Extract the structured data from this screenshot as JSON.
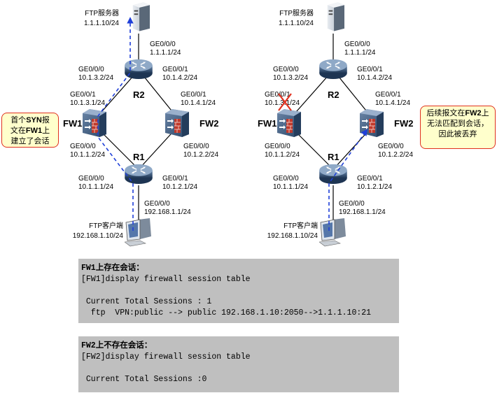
{
  "left": {
    "server": {
      "name": "FTP服务器",
      "ip": "1.1.1.10/24"
    },
    "r2_top": {
      "if": "GE0/0/0",
      "ip": "1.1.1.1/24"
    },
    "r2_left": {
      "if": "GE0/0/0",
      "ip": "10.1.3.2/24"
    },
    "r2_right": {
      "if": "GE0/0/1",
      "ip": "10.1.4.2/24"
    },
    "r2_name": "R2",
    "fw1_top": {
      "if": "GE0/0/1",
      "ip": "10.1.3.1/24"
    },
    "fw1_bottom": {
      "if": "GE0/0/0",
      "ip": "10.1.1.2/24"
    },
    "fw1_name": "FW1",
    "fw2_top": {
      "if": "GE0/0/1",
      "ip": "10.1.4.1/24"
    },
    "fw2_bottom": {
      "if": "GE0/0/0",
      "ip": "10.1.2.2/24"
    },
    "fw2_name": "FW2",
    "r1_name": "R1",
    "r1_left": {
      "if": "GE0/0/0",
      "ip": "10.1.1.1/24"
    },
    "r1_right": {
      "if": "GE0/0/1",
      "ip": "10.1.2.1/24"
    },
    "r1_bottom": {
      "if": "GE0/0/0",
      "ip": "192.168.1.1/24"
    },
    "client": {
      "name": "FTP客户端",
      "ip": "192.168.1.10/24"
    },
    "callout": {
      "l1a": "首个",
      "l1b": "SYN",
      "l1c": "报",
      "l2a": "文在",
      "l2b": "FW1",
      "l2c": "上",
      "l3": "建立了会话"
    }
  },
  "right": {
    "server": {
      "name": "FTP服务器",
      "ip": "1.1.1.10/24"
    },
    "r2_top": {
      "if": "GE0/0/0",
      "ip": "1.1.1.1/24"
    },
    "r2_left": {
      "if": "GE0/0/0",
      "ip": "10.1.3.2/24"
    },
    "r2_right": {
      "if": "GE0/0/1",
      "ip": "10.1.4.2/24"
    },
    "r2_name": "R2",
    "fw1_top": {
      "if": "GE0/0/1",
      "ip": "10.1.3.1/24"
    },
    "fw1_bottom": {
      "if": "GE0/0/0",
      "ip": "10.1.1.2/24"
    },
    "fw1_name": "FW1",
    "fw2_top": {
      "if": "GE0/0/1",
      "ip": "10.1.4.1/24"
    },
    "fw2_bottom": {
      "if": "GE0/0/0",
      "ip": "10.1.2.2/24"
    },
    "fw2_name": "FW2",
    "r1_name": "R1",
    "r1_left": {
      "if": "GE0/0/0",
      "ip": "10.1.1.1/24"
    },
    "r1_right": {
      "if": "GE0/0/1",
      "ip": "10.1.2.1/24"
    },
    "r1_bottom": {
      "if": "GE0/0/0",
      "ip": "192.168.1.1/24"
    },
    "client": {
      "name": "FTP客户端",
      "ip": "192.168.1.10/24"
    },
    "callout": {
      "l1a": "后续报文在",
      "l1b": "FW2",
      "l1c": "上",
      "l2": "无法匹配到会话，",
      "l3": "因此被丢弃"
    }
  },
  "cli1": {
    "title": "FW1上存在会话：",
    "cmd": "[FW1]display firewall session table",
    "total": " Current Total Sessions : 1",
    "entry": "  ftp  VPN:public --> public 192.168.1.10:2050-->1.1.1.10:21"
  },
  "cli2": {
    "title": "FW2上不存在会话：",
    "cmd": "[FW2]display firewall session table",
    "total": " Current Total Sessions :0"
  },
  "colors": {
    "arrow": "#1f3fd8",
    "cross": "#e0301e",
    "callout_bg": "#ffffcc",
    "cli_bg": "#bfbfbf"
  },
  "icons": [
    "server-icon",
    "router-icon",
    "firewall-icon",
    "pc-icon",
    "cross-icon"
  ]
}
